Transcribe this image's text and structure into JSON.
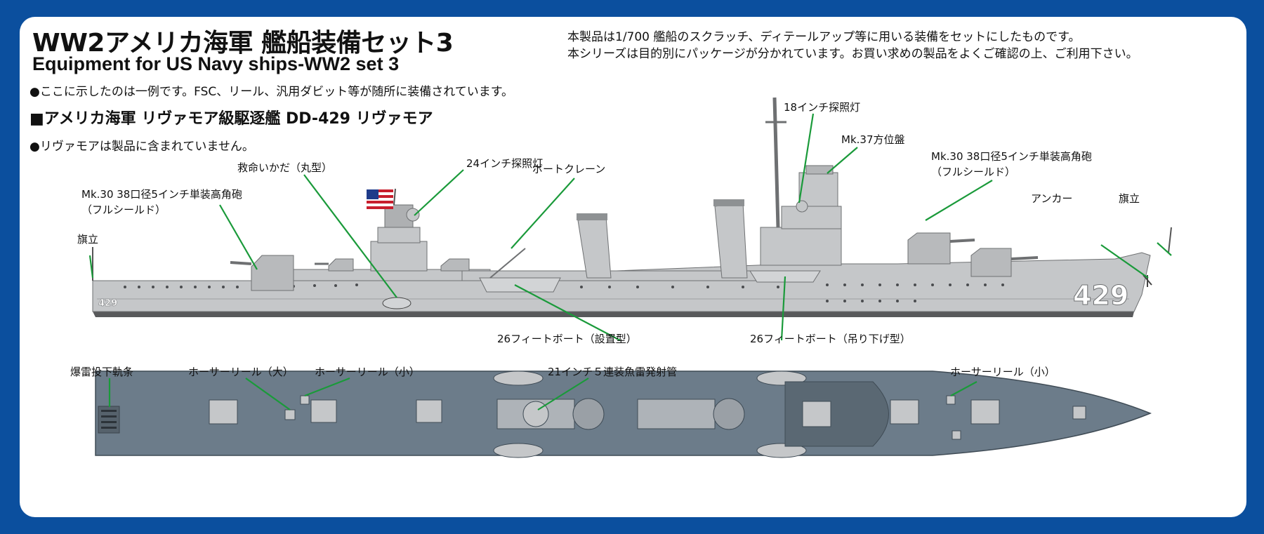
{
  "title": "WW2アメリカ海軍 艦船装備セット3",
  "subtitle": "Equipment for US Navy ships-WW2 set 3",
  "intro": [
    "本製品は1/700 艦船のスクラッチ、ディテールアップ等に用いる装備をセットにしたものです。",
    "本シリーズは目的別にパッケージが分かれています。お買い求めの製品をよくご確認の上、ご利用下さい。"
  ],
  "note_example": "●ここに示したのは一例です。FSC、リール、汎用ダビット等が随所に装備されています。",
  "ship_heading": "■アメリカ海軍 リヴァモア級駆逐艦 DD-429 リヴァモア",
  "note_not_included": "●リヴァモアは製品に含まれていません。",
  "hull_number": "429",
  "hull_number_small": "429",
  "labels": {
    "searchlight_24": "24インチ探照灯",
    "searchlight_18": "18インチ探照灯",
    "director_mk37": "Mk.37方位盤",
    "gun_fwd_1": "Mk.30 38口径5インチ単装高角砲",
    "gun_fwd_2": "（フルシールド）",
    "boat_crane": "ボートクレーン",
    "life_raft": "救命いかだ（丸型）",
    "gun_aft_1": "Mk.30 38口径5インチ単装高角砲",
    "gun_aft_2": "（フルシールド）",
    "flagstaff_stern": "旗立",
    "flagstaff_bow": "旗立",
    "anchor": "アンカー",
    "boat_fixed": "26フィートボート（設置型）",
    "boat_davit": "26フィートボート（吊り下げ型）",
    "depth_charge_rack": "爆雷投下軌条",
    "hose_reel_large": "ホーサーリール（大）",
    "hose_reel_small_aft": "ホーサーリール（小）",
    "torpedo_tubes": "21インチ５連装魚雷発射管",
    "hose_reel_small_fwd": "ホーサーリール（小）"
  },
  "colors": {
    "frame": "#0b4f9e",
    "hull_side": "#c5c7c9",
    "deck": "#6c7c8a",
    "leader": "#1a9a3a",
    "waterline": "#58595b"
  }
}
